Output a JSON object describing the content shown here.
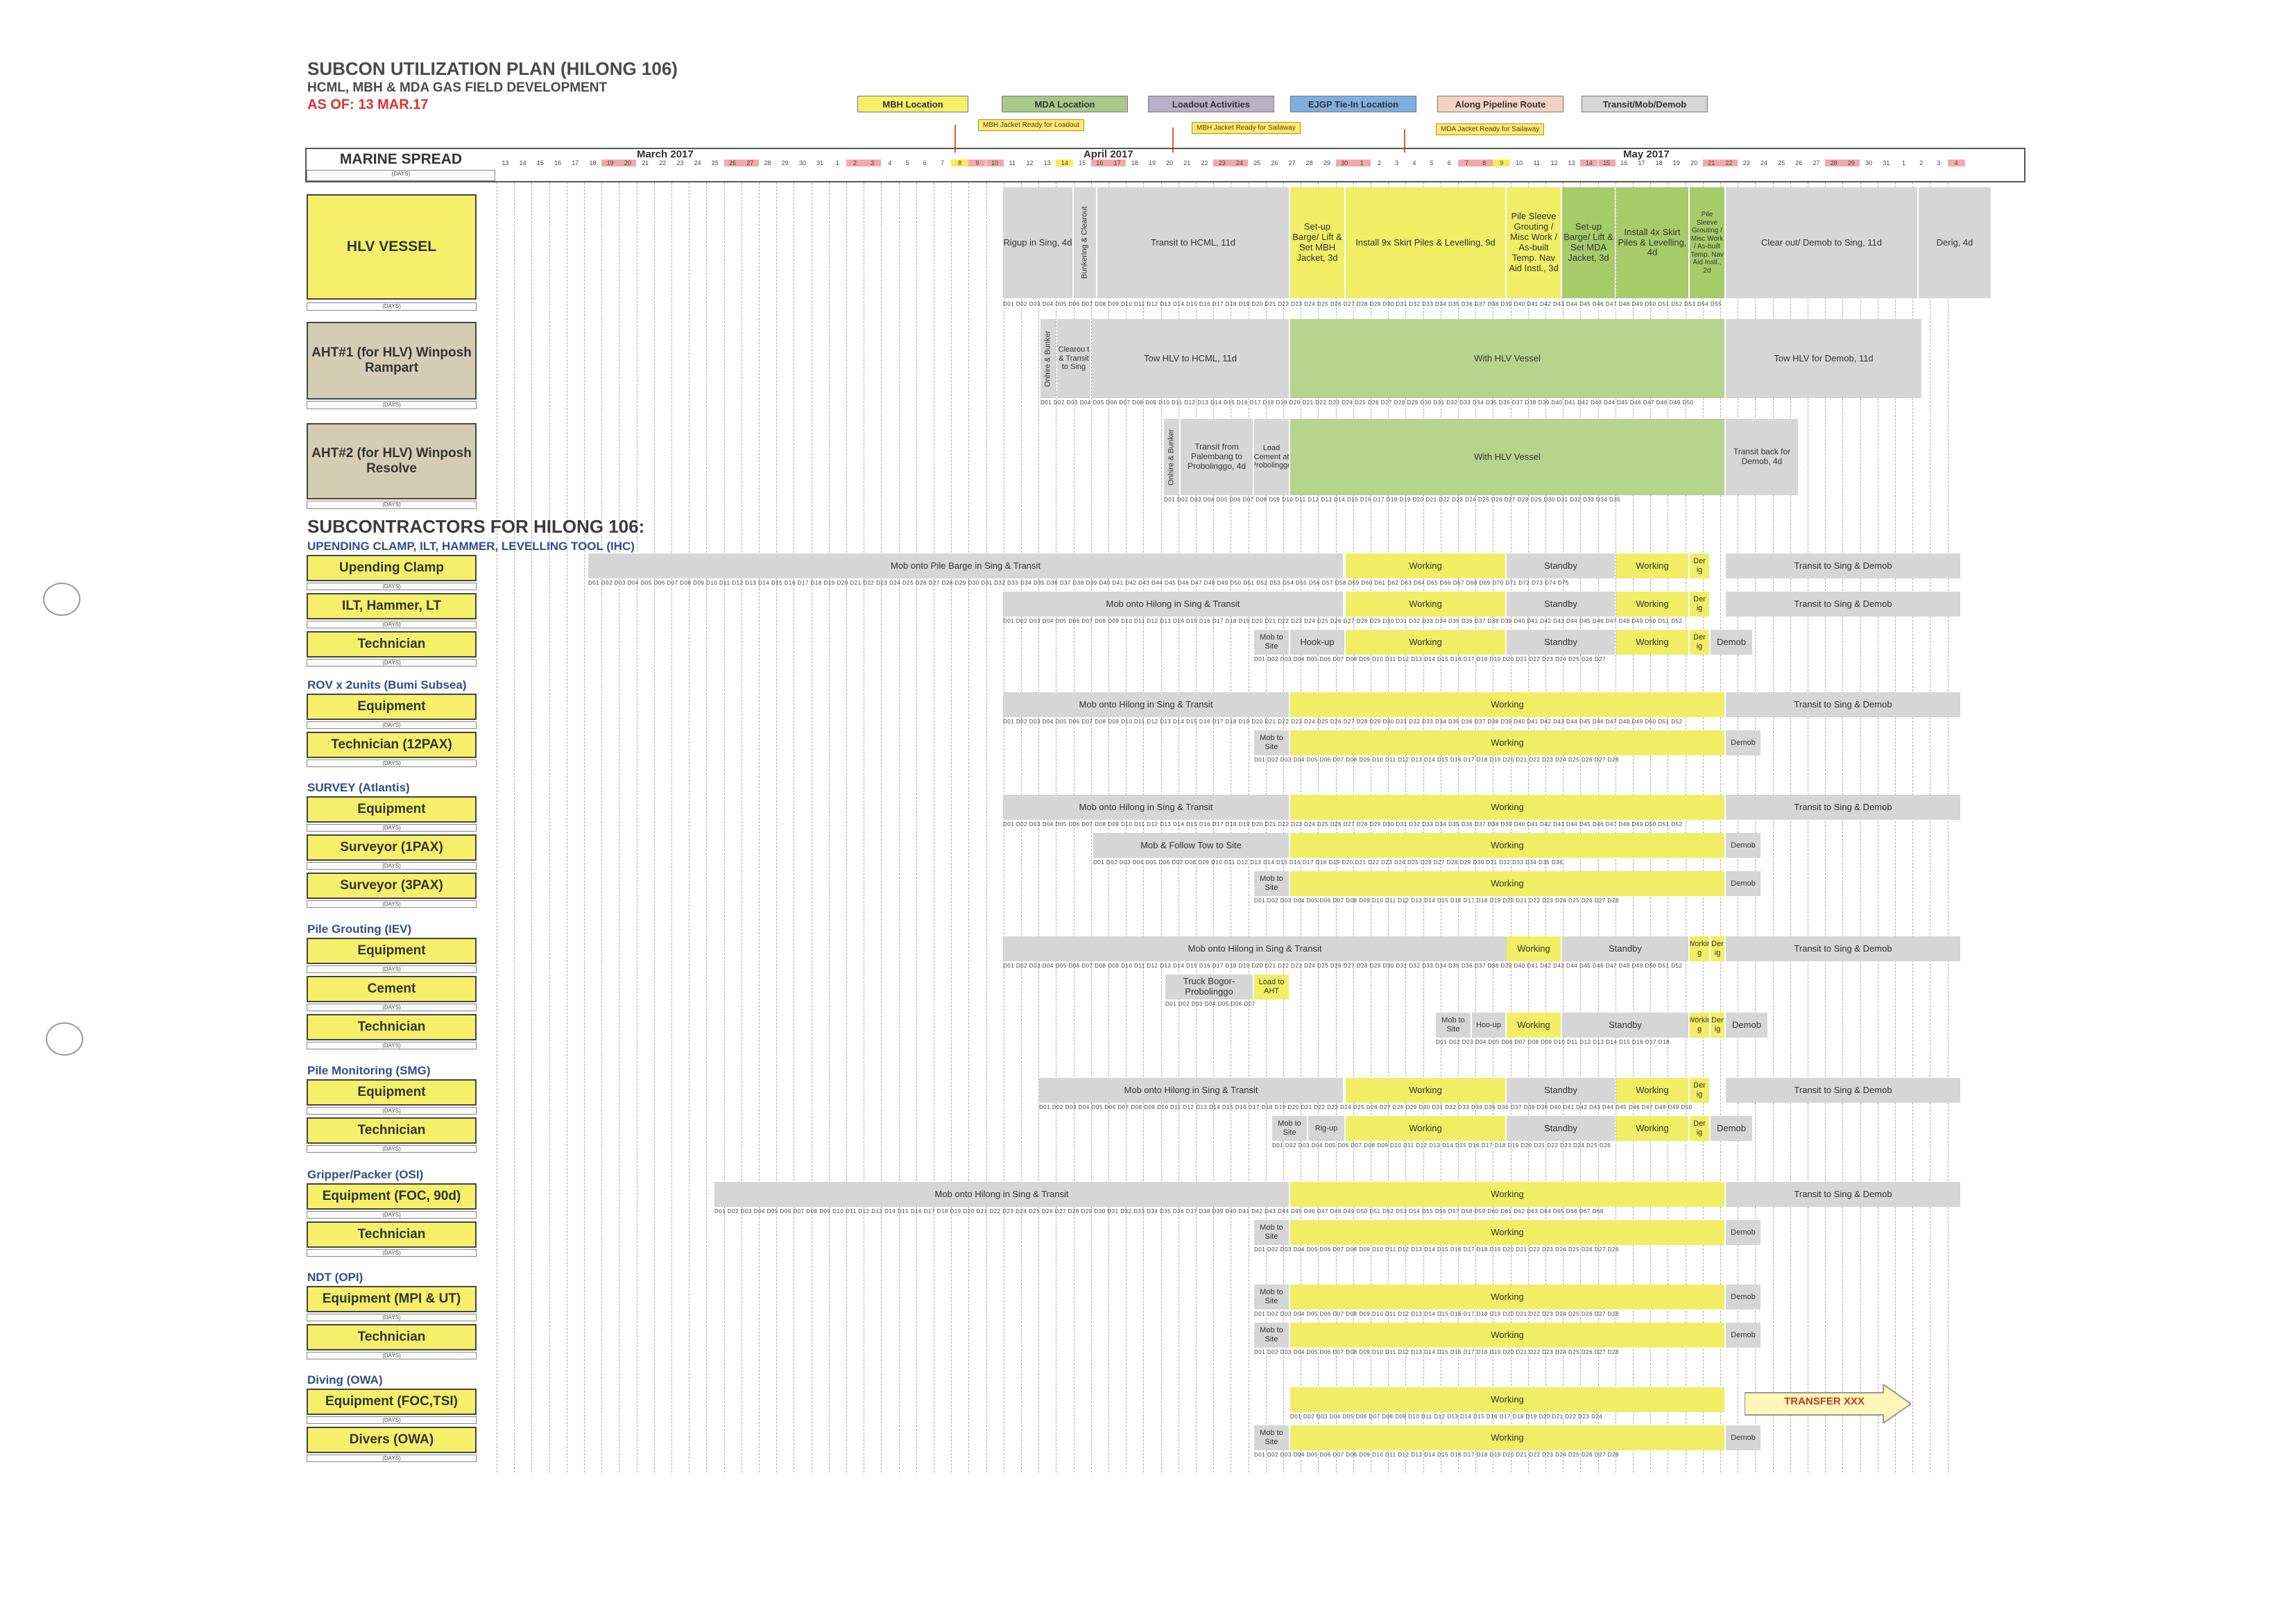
{
  "header": {
    "title": "SUBCON UTILIZATION PLAN (HILONG 106)",
    "subtitle": "HCML, MBH & MDA GAS FIELD DEVELOPMENT",
    "as_of": "AS OF: 13 MAR.17"
  },
  "legend": {
    "mbh": "MBH Location",
    "mda": "MDA Location",
    "loadout": "Loadout Activities",
    "ejgp": "EJGP Tie-In Location",
    "pipeline": "Along Pipeline Route",
    "transit": "Transit/Mob/Demob"
  },
  "milestones": {
    "mbh_loadout": "MBH Jacket Ready for Loadout",
    "mbh_sailaway": "MBH Jacket Ready for Sailaway",
    "mda_sailaway": "MDA Jacket Ready for Sailaway"
  },
  "calendar": {
    "marine_spread": "MARINE SPREAD",
    "days": "(DAYS)",
    "months": [
      "March 2017",
      "April 2017",
      "May 2017"
    ]
  },
  "marine": {
    "hlv": {
      "label": "HLV VESSEL",
      "rigup": "Rigup in Sing, 4d",
      "bunkering": "Bunkering & Clearout",
      "transit": "Transit to HCML, 11d",
      "setup_mbh": "Set-up Barge/ Lift & Set MBH Jacket, 3d",
      "install_9x": "Install 9x Skirt Piles & Levelling, 9d",
      "pile_sleeve": "Pile Sleeve Grouting / Misc Work / As-built Temp. Nav Aid Instl., 3d",
      "setup_mda": "Set-up Barge/ Lift & Set MDA Jacket, 3d",
      "install_4x": "Install 4x Skirt Piles & Levelling, 4d",
      "pile_sleeve2": "Pile Sleeve Grouting / Misc Work / As-built Temp. Nav Aid Instl., 2d",
      "clearout": "Clear out/ Demob to Sing, 11d",
      "derig": "Derig, 4d"
    },
    "aht1": {
      "label": "AHT#1 (for HLV) Winposh Rampart",
      "onhire": "Onhire & Bunker",
      "clearout": "Clearou t & Transit to Sing",
      "tow": "Tow HLV to HCML, 11d",
      "with_hlv": "With HLV Vessel",
      "tow_back": "Tow HLV for Demob, 11d"
    },
    "aht2": {
      "label": "AHT#2 (for HLV) Winposh Resolve",
      "onhire": "Onhire & Bunker",
      "transit": "Transit from Palembang to Probolinggo, 4d",
      "load": "Load Cement at Probolinggo",
      "with_hlv": "With HLV Vessel",
      "transit_back": "Transit back for Demob, 4d"
    }
  },
  "subcon": {
    "title": "SUBCONTRACTORS FOR HILONG 106:",
    "groups": [
      {
        "title": "UPENDING CLAMP, ILT, HAMMER, LEVELLING TOOL (IHC)",
        "rows": [
          {
            "label": "Upending Clamp",
            "mob": "Mob onto Pile Barge in Sing & Transit",
            "work1": "Working",
            "standby": "Standby",
            "work2": "Working",
            "derig": "Der ig",
            "demob": "Transit to Sing & Demob"
          },
          {
            "label": "ILT, Hammer, LT",
            "mob": "Mob onto Hilong in Sing & Transit",
            "work1": "Working",
            "standby": "Standby",
            "work2": "Working",
            "derig": "Der ig",
            "demob": "Transit to Sing & Demob"
          },
          {
            "label": "Technician",
            "mob": "Mob to Site",
            "hook": "Hook-up",
            "work1": "Working",
            "standby": "Standby",
            "work2": "Working",
            "derig": "Der ig",
            "demob": "Demob"
          }
        ]
      },
      {
        "title": "ROV x 2units (Bumi Subsea)",
        "rows": [
          {
            "label": "Equipment",
            "mob": "Mob onto Hilong in Sing & Transit",
            "work1": "Working",
            "demob": "Transit to Sing & Demob"
          },
          {
            "label": "Technician (12PAX)",
            "mob": "Mob to Site",
            "work1": "Working",
            "demob": "Demob"
          }
        ]
      },
      {
        "title": "SURVEY (Atlantis)",
        "rows": [
          {
            "label": "Equipment",
            "mob": "Mob onto Hilong in Sing & Transit",
            "work1": "Working",
            "demob": "Transit to Sing & Demob"
          },
          {
            "label": "Surveyor (1PAX)",
            "mob": "Mob & Follow Tow to Site",
            "work1": "Working",
            "demob": "Demob"
          },
          {
            "label": "Surveyor (3PAX)",
            "mob": "Mob to Site",
            "work1": "Working",
            "demob": "Demob"
          }
        ]
      },
      {
        "title": "Pile Grouting (IEV)",
        "rows": [
          {
            "label": "Equipment",
            "mob": "Mob onto Hilong in Sing & Transit",
            "work1": "Working",
            "standby": "Standby",
            "work2": "Workin g",
            "derig": "Der ig",
            "demob": "Transit to Sing & Demob"
          },
          {
            "label": "Cement",
            "mob": "Truck Bogor- Probolinggo",
            "load": "Load to AHT"
          },
          {
            "label": "Technician",
            "mob": "Mob to Site",
            "hook": "Hoo-up",
            "work1": "Working",
            "standby": "Standby",
            "work2": "Workin g",
            "derig": "Der ig",
            "demob": "Demob"
          }
        ]
      },
      {
        "title": "Pile Monitoring (SMG)",
        "rows": [
          {
            "label": "Equipment",
            "mob": "Mob onto Hilong in Sing & Transit",
            "work1": "Working",
            "standby": "Standby",
            "work2": "Working",
            "derig": "Der ig",
            "demob": "Transit to Sing & Demob"
          },
          {
            "label": "Technician",
            "mob": "Mob to Site",
            "hook": "Rig-up",
            "work1": "Working",
            "standby": "Standby",
            "work2": "Working",
            "derig": "Der ig",
            "demob": "Demob"
          }
        ]
      },
      {
        "title": "Gripper/Packer (OSI)",
        "rows": [
          {
            "label": "Equipment (FOC, 90d)",
            "mob": "Mob onto Hilong in Sing & Transit",
            "work1": "Working",
            "demob": "Transit to Sing & Demob"
          },
          {
            "label": "Technician",
            "mob": "Mob to Site",
            "work1": "Working",
            "demob": "Demob"
          }
        ]
      },
      {
        "title": "NDT (OPI)",
        "rows": [
          {
            "label": "Equipment (MPI & UT)",
            "mob": "Mob to Site",
            "work1": "Working",
            "demob": "Demob"
          },
          {
            "label": "Technician",
            "mob": "Mob to Site",
            "work1": "Working",
            "demob": "Demob"
          }
        ]
      },
      {
        "title": "Diving (OWA)",
        "rows": [
          {
            "label": "Equipment (FOC,TSI)",
            "work1": "Working",
            "transfer": "TRANSFER XXX"
          },
          {
            "label": "Divers (OWA)",
            "mob": "Mob to Site",
            "work1": "Working",
            "demob": "Demob"
          }
        ]
      }
    ]
  },
  "colors": {
    "mbh": "#f5ef6a",
    "mda": "#a6c98a",
    "loadout": "#b8b0c8",
    "ejgp": "#7faee0",
    "pipeline": "#f2d3c3",
    "transit": "#d6d6d6",
    "working": "#f1ee66",
    "marker": "#e25a2a"
  }
}
